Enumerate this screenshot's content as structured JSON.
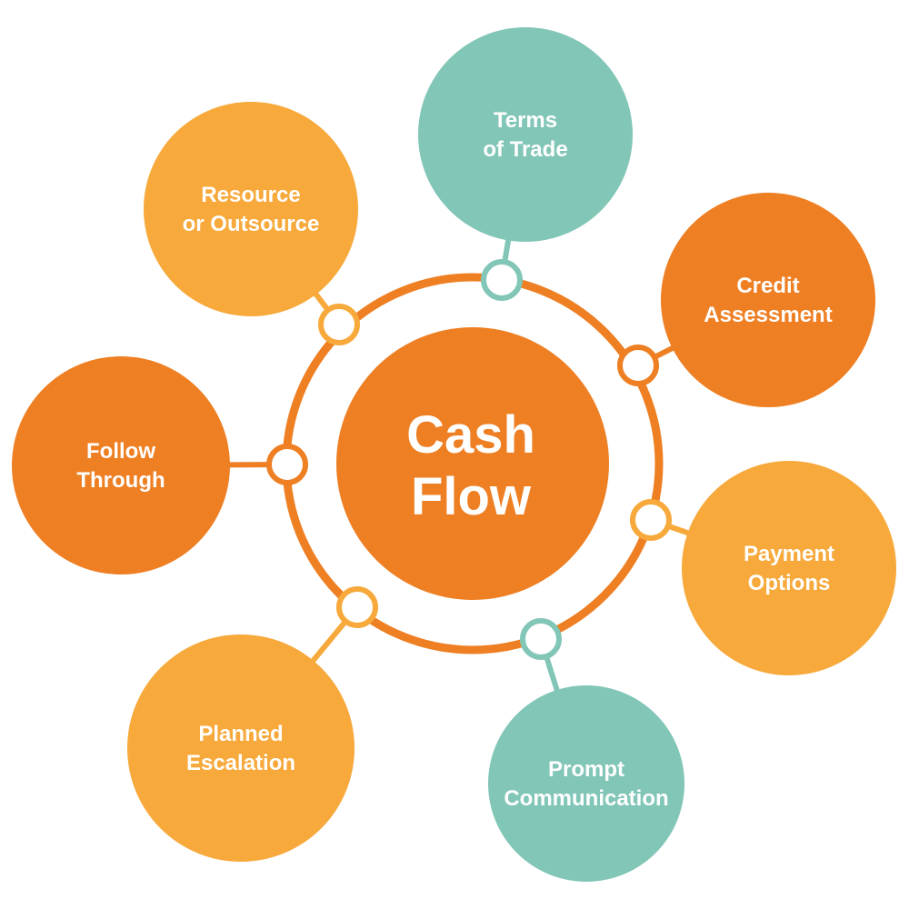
{
  "center": {
    "lines": [
      "Cash",
      "Flow"
    ],
    "color": "#EE7F23"
  },
  "ring_color": "#EE7F23",
  "colors": {
    "teal": "#82C6B7",
    "orange": "#EE7F23",
    "light_orange": "#F7A93B"
  },
  "nodes": [
    {
      "id": "terms-of-trade",
      "lines": [
        "Terms",
        "of Trade"
      ],
      "color": "teal"
    },
    {
      "id": "credit-assessment",
      "lines": [
        "Credit",
        "Assessment"
      ],
      "color": "orange"
    },
    {
      "id": "payment-options",
      "lines": [
        "Payment",
        "Options"
      ],
      "color": "light_orange"
    },
    {
      "id": "prompt-communication",
      "lines": [
        "Prompt",
        "Communication"
      ],
      "color": "teal"
    },
    {
      "id": "planned-escalation",
      "lines": [
        "Planned",
        "Escalation"
      ],
      "color": "light_orange"
    },
    {
      "id": "follow-through",
      "lines": [
        "Follow",
        "Through"
      ],
      "color": "orange"
    },
    {
      "id": "resource-or-outsource",
      "lines": [
        "Resource",
        "or Outsource"
      ],
      "color": "light_orange"
    }
  ]
}
